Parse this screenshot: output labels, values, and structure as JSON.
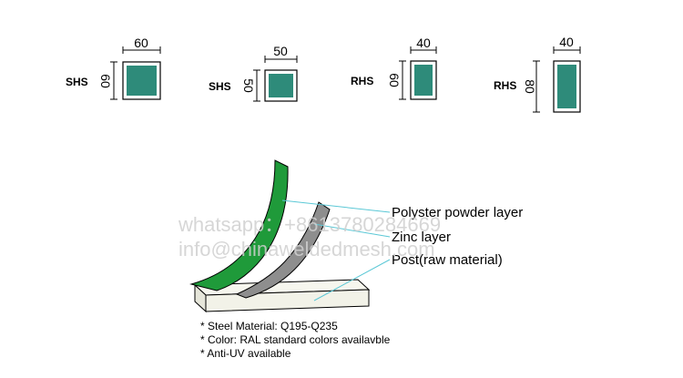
{
  "profiles": [
    {
      "type": "SHS",
      "width": "60",
      "height": "60"
    },
    {
      "type": "SHS",
      "width": "50",
      "height": "50"
    },
    {
      "type": "RHS",
      "width": "40",
      "height": "60"
    },
    {
      "type": "RHS",
      "width": "40",
      "height": "80"
    }
  ],
  "layers": {
    "polyester": "Polyster powder layer",
    "zinc": "Zinc layer",
    "post": "Post(raw material)"
  },
  "watermark": {
    "line1": "whatsapp：+8613780284669",
    "line2": "info@chinaweldedmesh.com"
  },
  "notes": [
    "* Steel Material: Q195-Q235",
    "* Color: RAL standard colors availavble",
    "* Anti-UV available"
  ],
  "colors": {
    "profile_fill": "#2e8b7a",
    "polyester": "#1f9a3a",
    "zinc": "#8e8e8e",
    "post": "#f2f2e8",
    "leader": "#5bc8d6",
    "watermark": "#d0d0d0"
  }
}
